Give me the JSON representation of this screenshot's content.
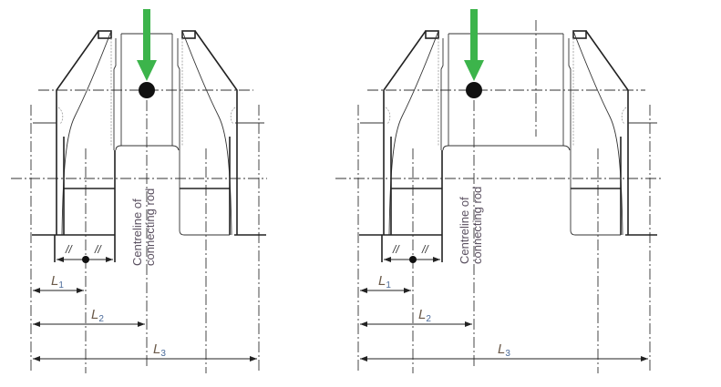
{
  "colors": {
    "arrow": "#3cb44b",
    "line": "#222222",
    "label": "#6b5a4a"
  },
  "panels": [
    {
      "name": "left",
      "centreline_text": [
        "Centreline of",
        "connecting rod"
      ],
      "parallel_marks": [
        "//",
        "//"
      ],
      "dimensions": [
        {
          "label": "L",
          "sub": "1"
        },
        {
          "label": "L",
          "sub": "2"
        },
        {
          "label": "L",
          "sub": "3"
        }
      ]
    },
    {
      "name": "right",
      "centreline_text": [
        "Centreline of",
        "connecting rod"
      ],
      "parallel_marks": [
        "//",
        "//"
      ],
      "dimensions": [
        {
          "label": "L",
          "sub": "1"
        },
        {
          "label": "L",
          "sub": "2"
        },
        {
          "label": "L",
          "sub": "3"
        }
      ]
    }
  ]
}
